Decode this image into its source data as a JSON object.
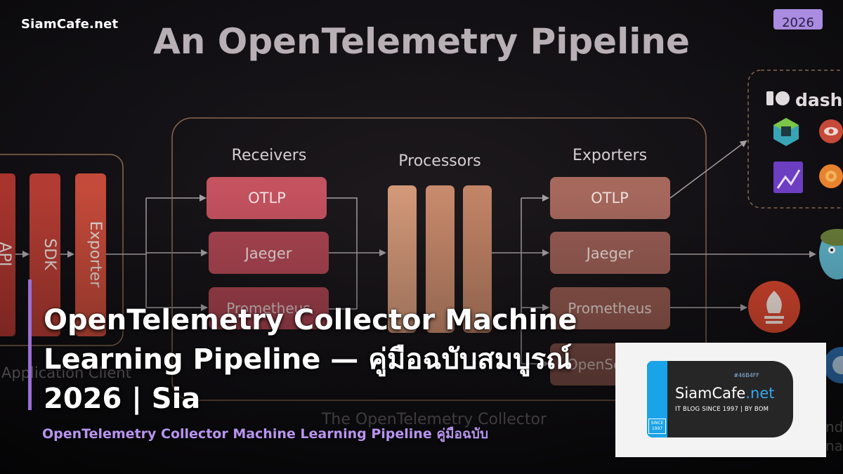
{
  "site_name": "SiamCafe.net",
  "year_badge": "2026",
  "diagram": {
    "title": "An OpenTelemetry Pipeline",
    "client_box_label": "Application Client",
    "client_layers": [
      "API",
      "SDK",
      "Exporter"
    ],
    "collector_label": "The OpenTelemetry Collector",
    "receivers_title": "Receivers",
    "receivers": [
      "OTLP",
      "Jaeger",
      "Prometheus"
    ],
    "processors_title": "Processors",
    "exporters_title": "Exporters",
    "exporters": [
      "OTLP",
      "Jaeger",
      "Prometheus",
      "OpenSearch"
    ],
    "backend_text": "dash",
    "right_partial_text": [
      "nd",
      "na"
    ]
  },
  "article": {
    "title": "OpenTelemetry Collector Machine Learning Pipeline — คู่มือฉบับสมบูรณ์ 2026 | Sia",
    "subtitle": "OpenTelemetry Collector Machine Learning Pipeline คู่มือฉบับ"
  },
  "logo": {
    "hex": "#46B4FF",
    "name_part1": "SiamCafe",
    "name_part2": ".net",
    "tagline": "IT BLOG SINCE 1997 | BY BOM",
    "since": "SINCE 1997"
  },
  "colors": {
    "receiver": "#b84e5c",
    "processor": "#c88a6c",
    "exporter": "#9a5e55",
    "client_layer": "#a8342e",
    "accent_purple": "#9b6fd6",
    "logo_blue": "#19a3e8"
  }
}
